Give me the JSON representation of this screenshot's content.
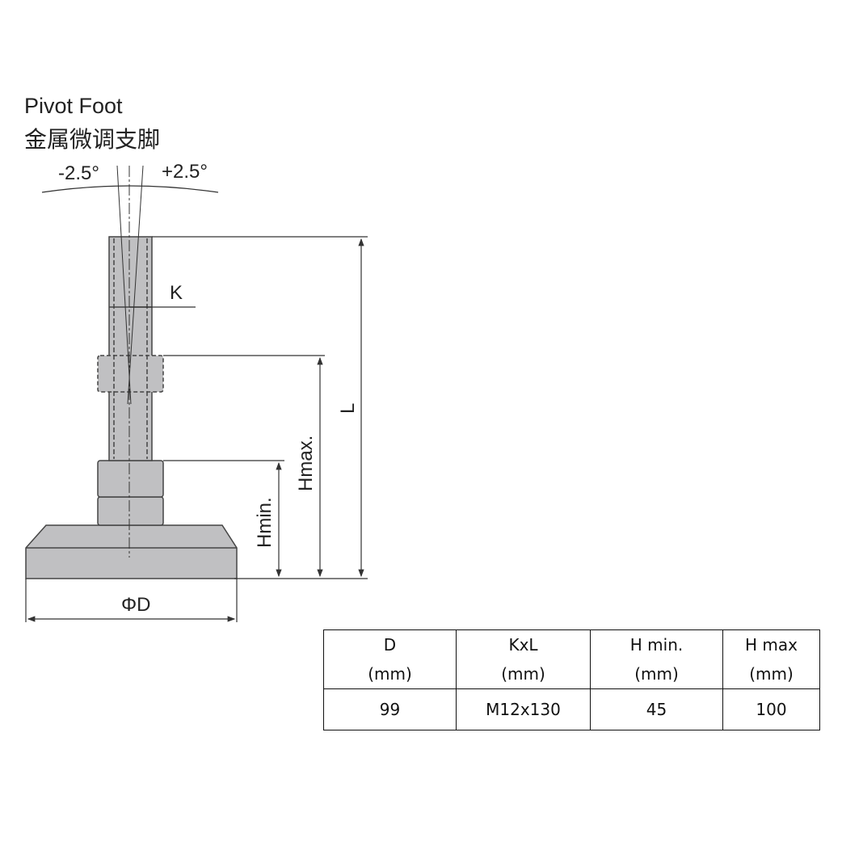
{
  "title_en": "Pivot Foot",
  "title_cn": "金属微调支脚",
  "angles": {
    "minus": "-2.5°",
    "plus": "+2.5°"
  },
  "labels": {
    "K": "K",
    "L": "L",
    "Hmax": "Hmax.",
    "Hmin": "Hmin.",
    "D": "ΦD"
  },
  "table": {
    "headers": [
      {
        "name": "D",
        "unit": "(mm)"
      },
      {
        "name": "KxL",
        "unit": "(mm)"
      },
      {
        "name": "H min.",
        "unit": "(mm)"
      },
      {
        "name": "H max",
        "unit": "(mm)"
      }
    ],
    "rows": [
      [
        "99",
        "M12x130",
        "45",
        "100"
      ]
    ]
  }
}
